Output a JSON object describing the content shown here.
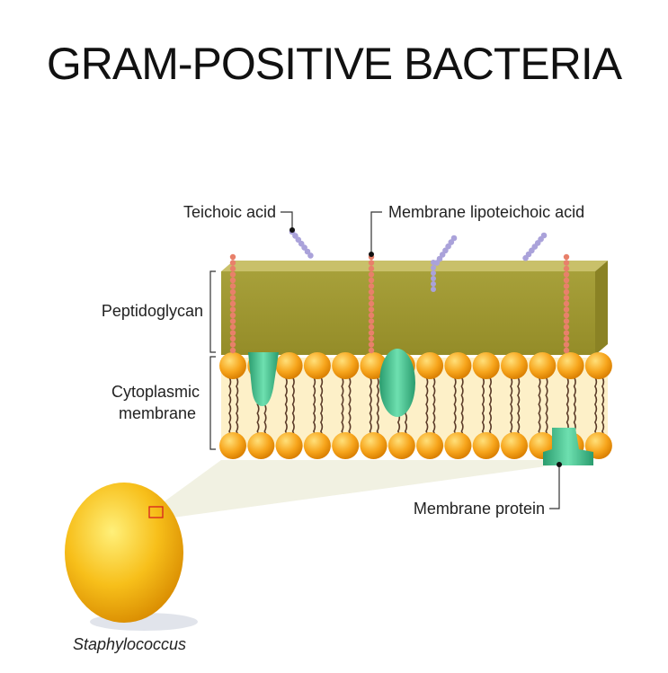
{
  "title": "GRAM-POSITIVE BACTERIA",
  "labels": {
    "teichoic_acid": "Teichoic acid",
    "lipoteichoic_acid": "Membrane lipoteichoic acid",
    "peptidoglycan": "Peptidoglycan",
    "cytoplasmic_1": "Cytoplasmic",
    "cytoplasmic_2": "membrane",
    "membrane_protein": "Membrane protein",
    "organism": "Staphylococcus"
  },
  "colors": {
    "peptidoglycan": "#a39a2e",
    "peptidoglycan_top": "#c9c06a",
    "lipid_head": "#f4a21b",
    "membrane_protein": "#3dbf8a",
    "teichoic": "#a9a0d8",
    "lipoteichoic": "#e8806a",
    "cell": "#f5b21a"
  }
}
